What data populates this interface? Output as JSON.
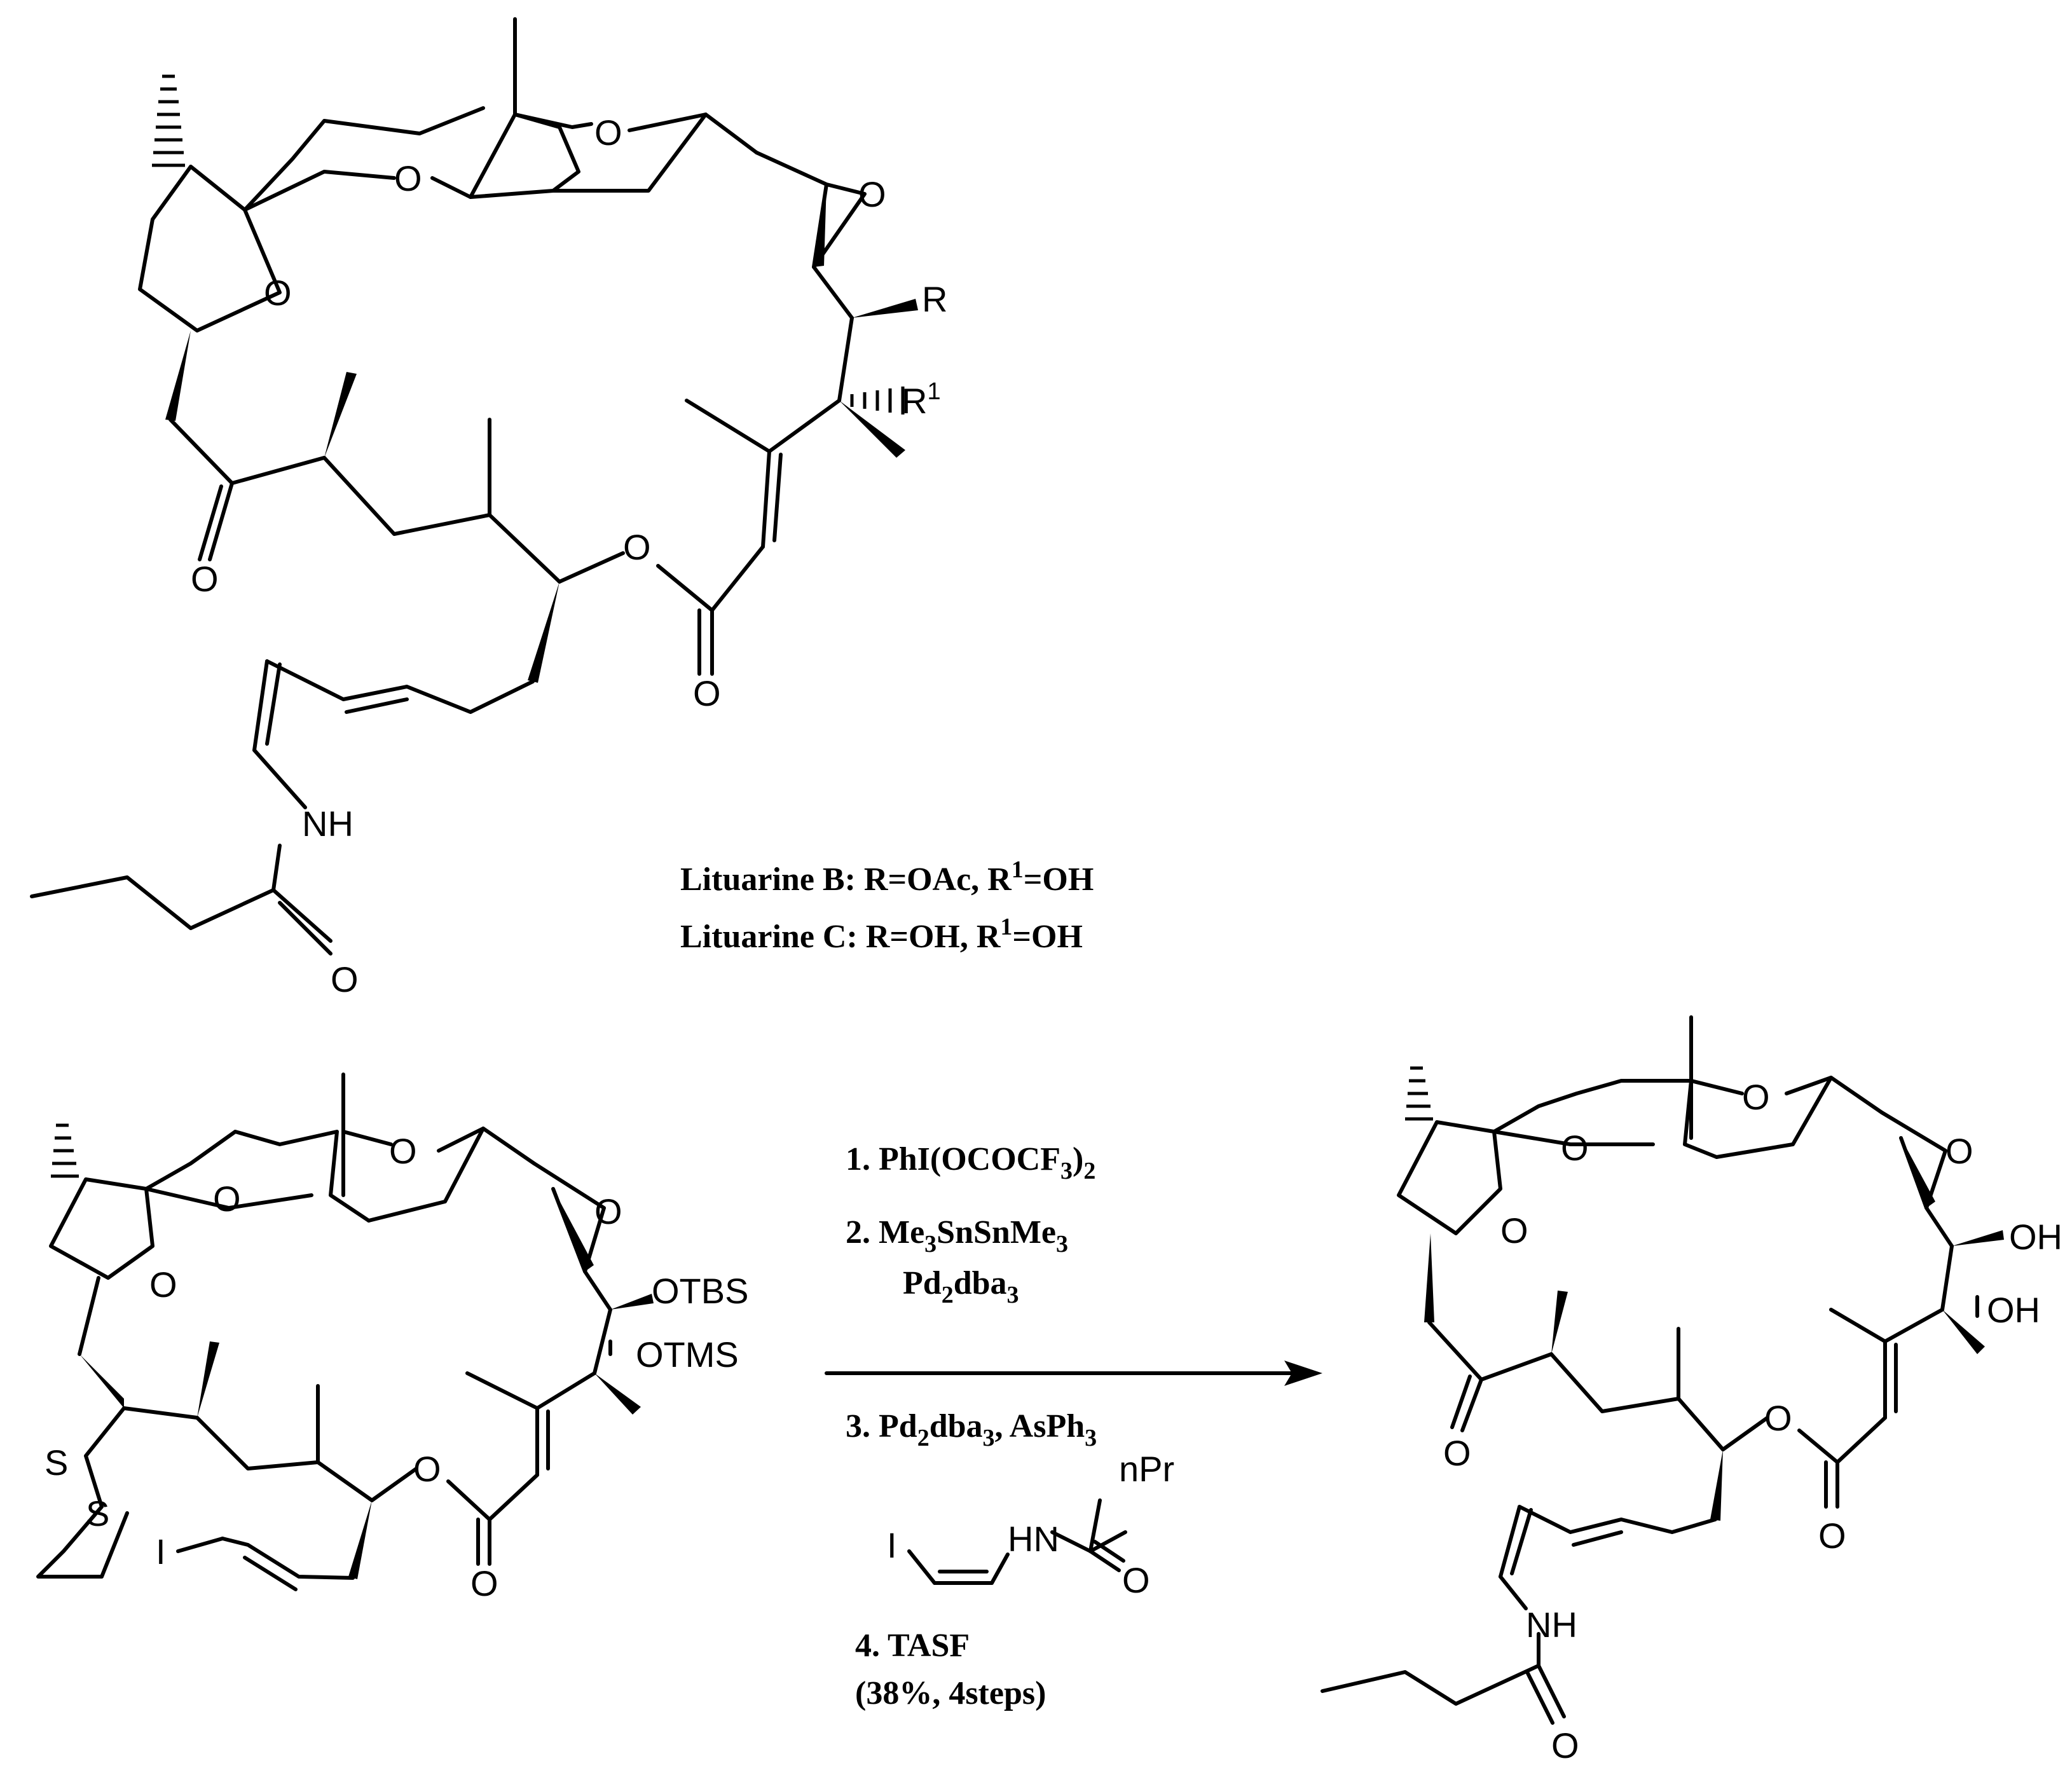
{
  "compound_names": [
    {
      "name": "Lituarine B:",
      "r": "R=OAc,",
      "r1_prefix": "R",
      "r1_sup": "1",
      "r1_suffix": "=OH"
    },
    {
      "name": "Lituarine C:",
      "r": "R=OH,",
      "r1_prefix": "R",
      "r1_sup": "1",
      "r1_suffix": "=OH"
    }
  ],
  "atoms": {
    "O": "O",
    "R": "R",
    "R1": "R",
    "R1_sup": "1",
    "NH": "NH",
    "S": "S",
    "I": "I",
    "OH": "OH",
    "OTBS": "OTBS",
    "OTMS": "OTMS",
    "HN": "HN",
    "nPr": "nPr"
  },
  "conditions": {
    "step1": {
      "text": "1. PhI(OCOCF",
      "sub": "3",
      "tail": ")",
      "sub2": "2"
    },
    "step2a": {
      "text": "2. Me",
      "sub1": "3",
      "mid": "SnSnMe",
      "sub2": "3"
    },
    "step2b": {
      "text": "Pd",
      "sub1": "2",
      "tail": "dba",
      "sub2": "3"
    },
    "step3": {
      "text": "3. Pd",
      "sub1": "2",
      "mid": "dba",
      "sub2": "3",
      "tail": ", AsPh",
      "sub3": "3"
    },
    "step4": "4. TASF",
    "yield": "(38%, 4steps)"
  }
}
